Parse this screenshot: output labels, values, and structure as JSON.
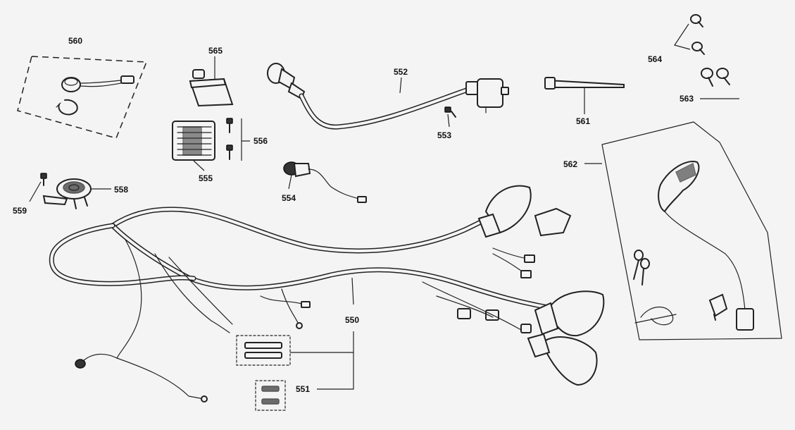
{
  "parts": {
    "p550": "550",
    "p551": "551",
    "p552": "552",
    "p553": "553",
    "p554": "554",
    "p555": "555",
    "p556": "556",
    "p558": "558",
    "p559": "559",
    "p560": "560",
    "p561": "561",
    "p562": "562",
    "p563": "563",
    "p564": "564",
    "p565": "565"
  }
}
